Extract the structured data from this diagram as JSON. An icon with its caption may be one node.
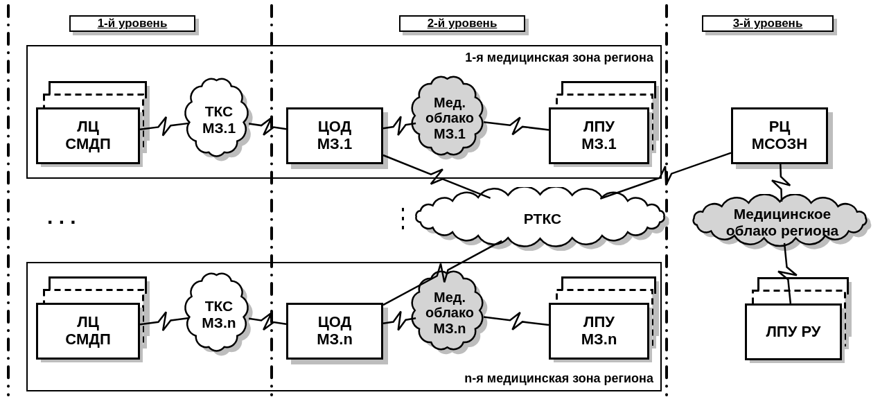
{
  "diagram": {
    "nodes": [
      {
        "text": [
          "1-й уровень"
        ]
      },
      {
        "text": [
          "2-й уровень"
        ]
      },
      {
        "text": [
          "3-й уровень"
        ]
      },
      {
        "text": [
          "1-я медицинская зона региона"
        ]
      },
      {
        "text": [
          "ЛЦ СМДП"
        ],
        "in": 3
      },
      {
        "text": [
          "ТКС МЗ.1"
        ],
        "in": 3
      },
      {
        "text": [
          "ЦОД МЗ.1"
        ],
        "in": 3
      },
      {
        "text": [
          "Мед. облако МЗ.1"
        ],
        "in": 3
      },
      {
        "text": [
          "ЛПУ МЗ.1"
        ],
        "in": 3
      },
      {
        "text": [
          "n-я медицинская зона региона"
        ]
      },
      {
        "text": [
          "ЛЦ СМДП"
        ],
        "in": 9
      },
      {
        "text": [
          "ТКС МЗ.n"
        ],
        "in": 9
      },
      {
        "text": [
          "ЦОД МЗ.n"
        ],
        "in": 9
      },
      {
        "text": [
          "Мед. облако МЗ.n"
        ],
        "in": 9
      },
      {
        "text": [
          "ЛПУ МЗ.n"
        ],
        "in": 9
      },
      {
        "text": [
          "РТКС"
        ]
      },
      {
        "text": [
          "РЦ МСОЗН"
        ]
      },
      {
        "text": [
          "Медицинское облако региона"
        ]
      },
      {
        "text": [
          "ЛПУ РУ"
        ]
      }
    ],
    "edges": [
      {
        "from": 4,
        "to": 5,
        "arrow": "none"
      },
      {
        "from": 5,
        "to": 6,
        "arrow": "none"
      },
      {
        "from": 6,
        "to": 7,
        "arrow": "none"
      },
      {
        "from": 7,
        "to": 8,
        "arrow": "none"
      },
      {
        "from": 10,
        "to": 11,
        "arrow": "none"
      },
      {
        "from": 11,
        "to": 12,
        "arrow": "none"
      },
      {
        "from": 12,
        "to": 13,
        "arrow": "none"
      },
      {
        "from": 13,
        "to": 14,
        "arrow": "none"
      },
      {
        "from": 6,
        "to": 15,
        "arrow": "none"
      },
      {
        "from": 12,
        "to": 15,
        "arrow": "none"
      },
      {
        "from": 16,
        "to": 15,
        "arrow": "none"
      },
      {
        "from": 16,
        "to": 17,
        "arrow": "none"
      },
      {
        "from": 17,
        "to": 18,
        "arrow": "none"
      }
    ],
    "labels": [
      ". . ."
    ]
  }
}
